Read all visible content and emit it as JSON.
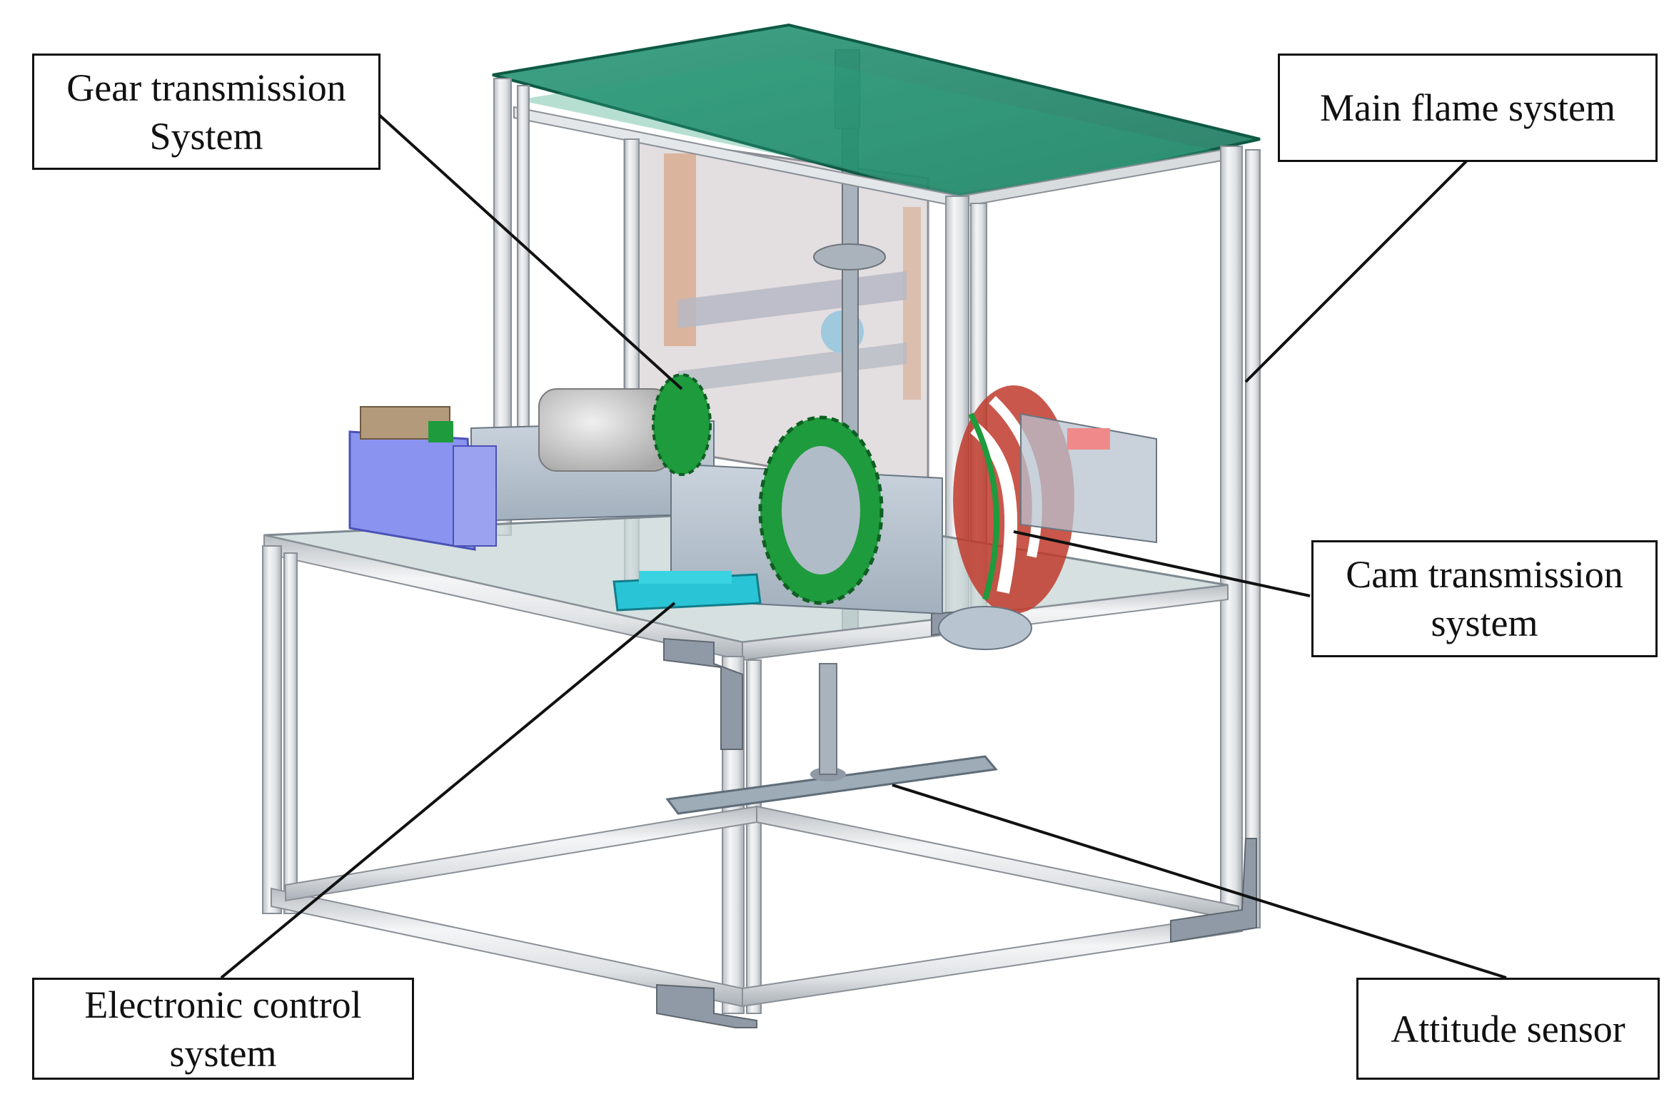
{
  "labels": {
    "gear": {
      "line1": "Gear transmission",
      "line2": "System"
    },
    "frame": {
      "line1": "Main flame system"
    },
    "cam": {
      "line1": "Cam transmission",
      "line2": "system"
    },
    "electronic": {
      "line1": "Electronic control",
      "line2": "system"
    },
    "attitude": {
      "line1": "Attitude sensor"
    }
  },
  "colors": {
    "frame_rail": "#e9ebec",
    "frame_edge": "#9aa1a8",
    "top_panel": "#1f8a6a",
    "plate_gray": "#b7c3cf",
    "gear_green": "#1e9b3c",
    "cam_red": "#c0392b",
    "control_board_blue": "#8a94f0",
    "sensor_cyan": "#29c4d6",
    "motor_gray": "#c8c8c8"
  }
}
